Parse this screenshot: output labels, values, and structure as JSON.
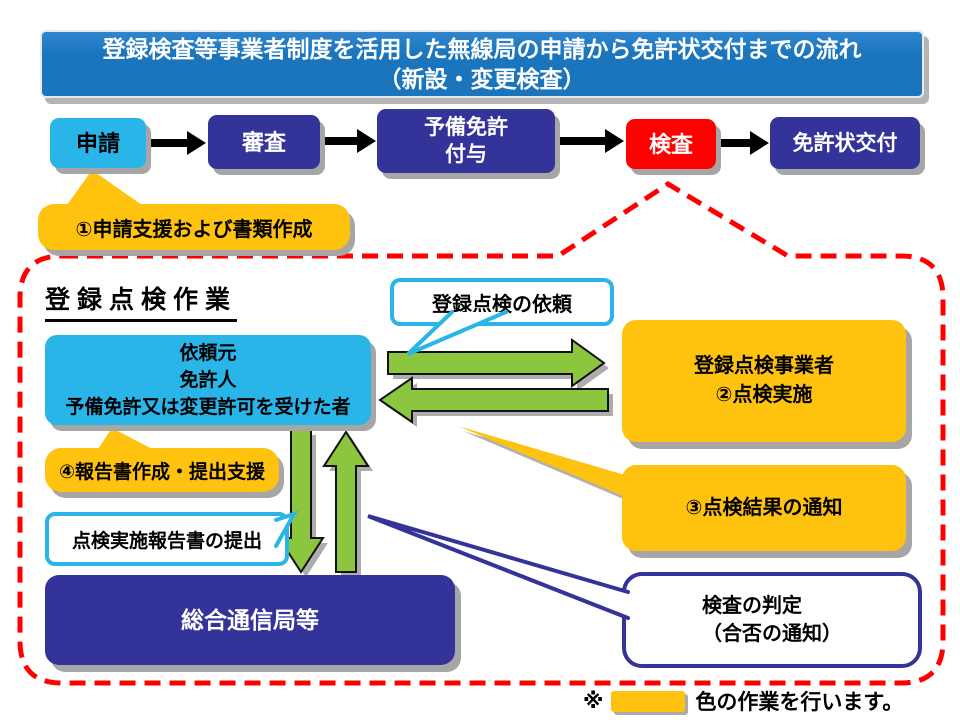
{
  "title": {
    "line1": "登録検査等事業者制度を活用した無線局の申請から免許状交付までの流れ",
    "line2": "（新設・変更検査）"
  },
  "flow": {
    "steps": [
      {
        "label": "申請"
      },
      {
        "label": "審査"
      },
      {
        "label_line1": "予備免許",
        "label_line2": "付与"
      },
      {
        "label": "検査"
      },
      {
        "label": "免許状交付"
      }
    ]
  },
  "support_callout_1": {
    "label": "①申請支援および書類作成"
  },
  "section": {
    "title": "登録点検作業"
  },
  "request_callout": {
    "label": "登録点検の依頼"
  },
  "requester_box": {
    "line1": "依頼元",
    "line2": "免許人",
    "line3": "予備免許又は変更許可を受けた者"
  },
  "inspector_box": {
    "line1": "登録点検事業者",
    "line2": "②点検実施"
  },
  "support_callout_4": {
    "label": "④報告書作成・提出支援"
  },
  "result_notice_box": {
    "label": "③点検結果の通知"
  },
  "report_callout": {
    "label": "点検実施報告書の提出"
  },
  "bureau_box": {
    "label": "総合通信局等"
  },
  "judgement_callout": {
    "line1": "検査の判定",
    "line2": "（合否の通知）"
  },
  "legend": {
    "prefix": "※",
    "text": "色の作業を行います。"
  },
  "colors": {
    "title_blue": "#1B75BC",
    "navy": "#333399",
    "cyan": "#29B5E8",
    "red": "#FF0000",
    "gold": "#FFC20E",
    "green": "#8CC63F",
    "shadow_gray": "#A6A6A6",
    "dash_red": "#FF0000"
  }
}
